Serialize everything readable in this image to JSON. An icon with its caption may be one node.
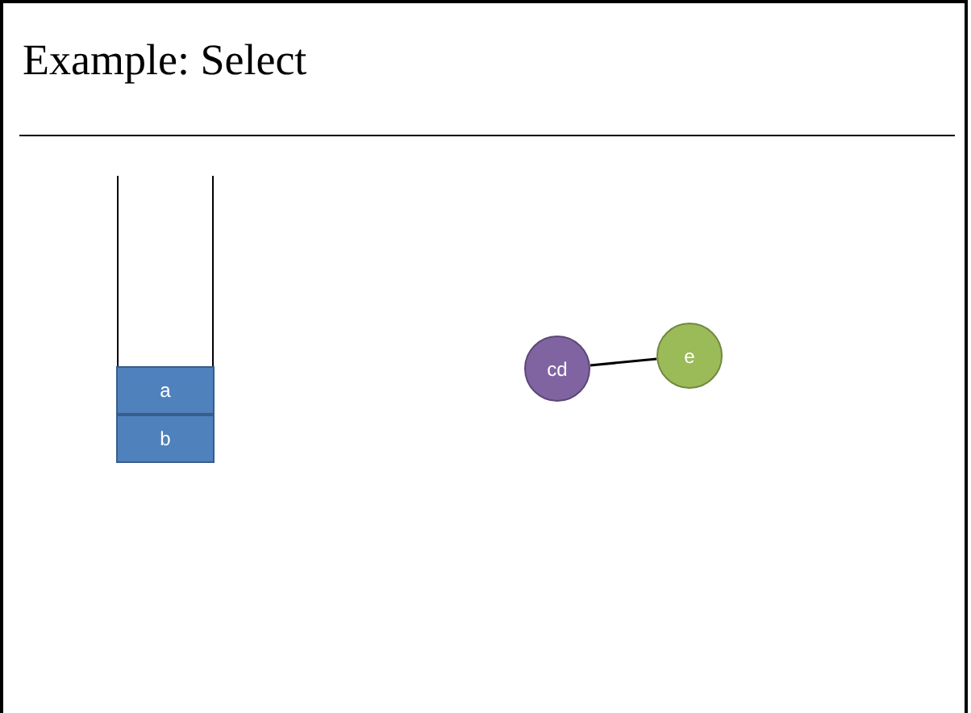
{
  "diagram": {
    "title": "Example: Select",
    "nodes": [
      {
        "text": [
          "a"
        ]
      },
      {
        "text": [
          "b"
        ]
      },
      {
        "text": [
          "cd"
        ]
      },
      {
        "text": [
          "e"
        ]
      }
    ],
    "edges": [
      {
        "from": 2,
        "to": 3,
        "arrow": "none"
      }
    ]
  }
}
